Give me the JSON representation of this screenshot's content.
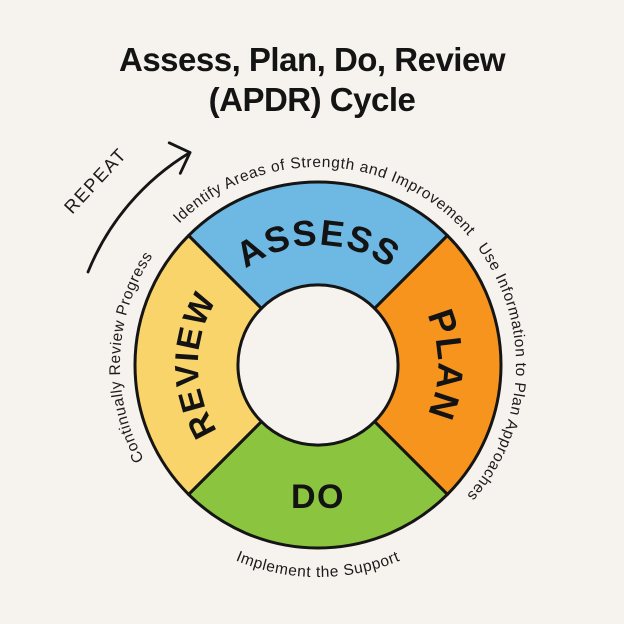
{
  "title": {
    "line1": "Assess, Plan, Do, Review",
    "line2": "(APDR) Cycle"
  },
  "repeat": {
    "label": "REPEAT"
  },
  "cycle": {
    "segments": [
      {
        "name": "assess",
        "label": "ASSESS",
        "outer_label": "Identify Areas of Strength and Improvement",
        "color": "#6EB9E3",
        "position": "top"
      },
      {
        "name": "plan",
        "label": "PLAN",
        "outer_label": "Use Information to Plan Approaches",
        "color": "#F6941E",
        "position": "right"
      },
      {
        "name": "do",
        "label": "DO",
        "outer_label": "Implement the Support",
        "color": "#8BC53F",
        "position": "bottom"
      },
      {
        "name": "review",
        "label": "REVIEW",
        "outer_label": "Continually Review Progress",
        "color": "#F9D46A",
        "position": "left"
      }
    ]
  },
  "colors": {
    "background": "#F6F2ED",
    "outline": "#151515",
    "text": "#141414"
  }
}
